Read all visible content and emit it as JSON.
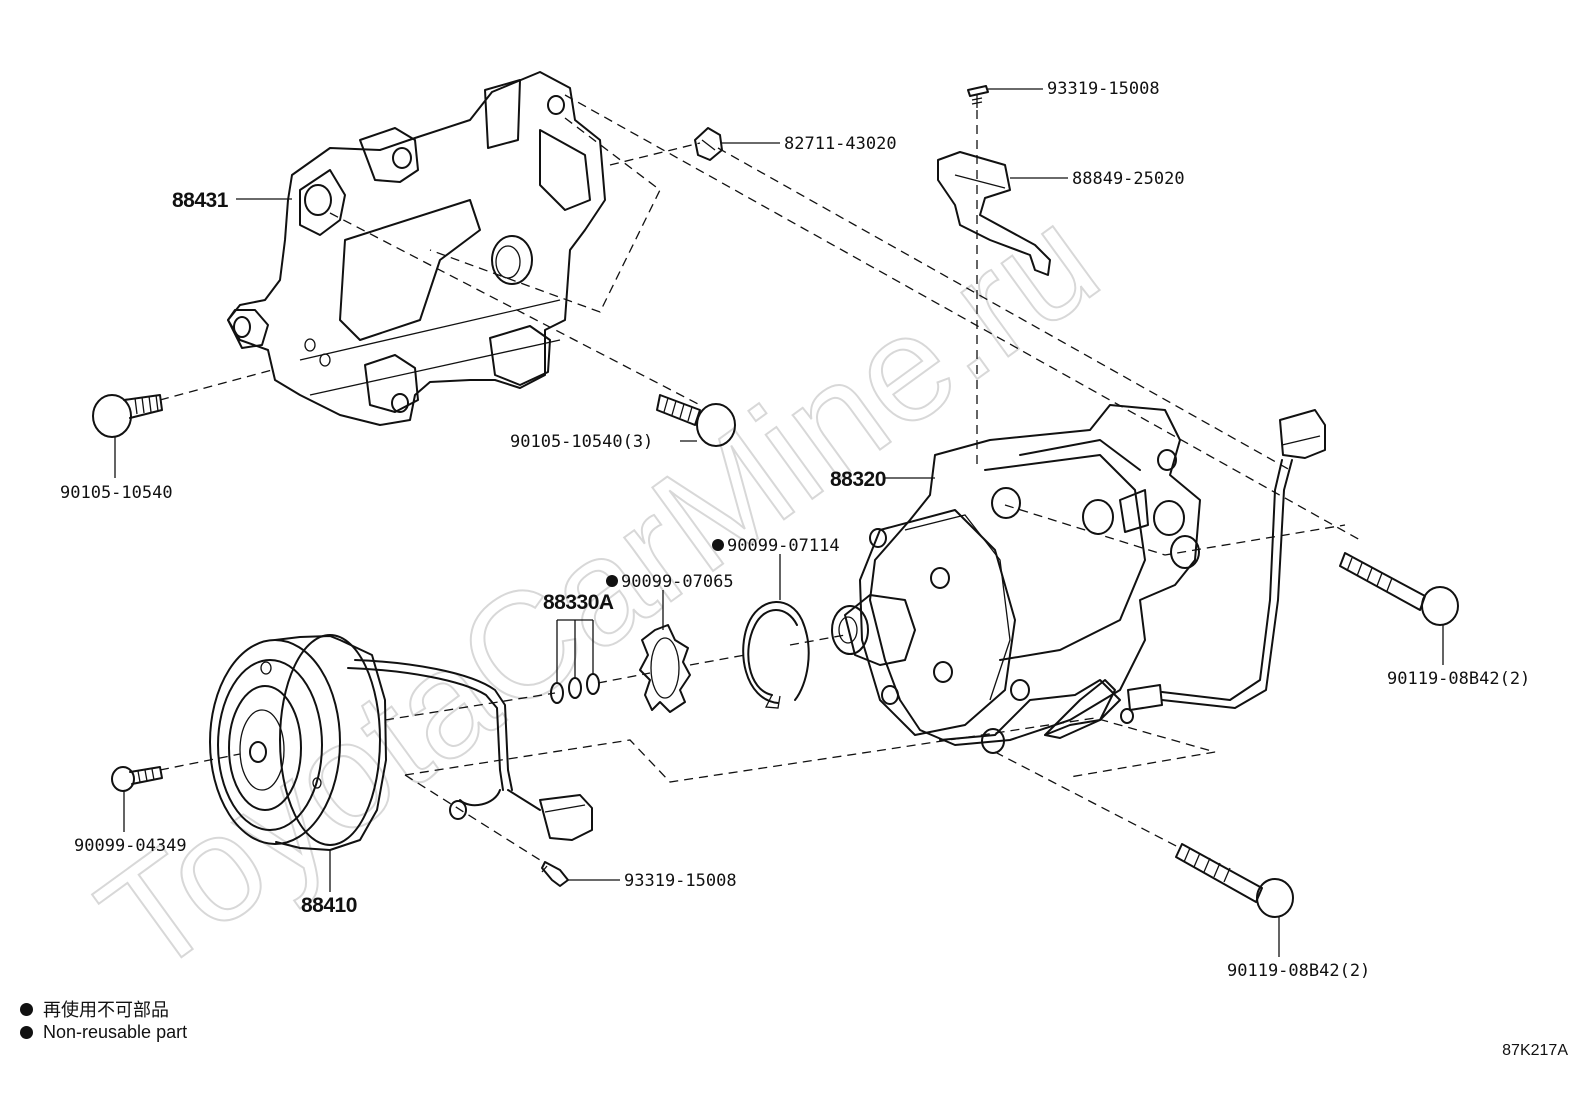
{
  "watermark": "ToyotaCarMine.ru",
  "parts": {
    "bracket": "88431",
    "clip": "82711-43020",
    "screw_top": "93319-15008",
    "cover_bracket": "88849-25020",
    "bolt_left": "90105-10540",
    "bolt_bracket": "90105-10540(3)",
    "compressor": "88320",
    "snap_ring": "90099-07114",
    "gasket": "90099-07065",
    "shims": "88330A",
    "bolt_right_upper": "90119-08B42(2)",
    "bolt_center": "90099-04349",
    "clutch": "88410",
    "screw_bottom": "93319-15008",
    "bolt_right_lower": "90119-08B42(2)"
  },
  "legend": {
    "jp": "再使用不可部品",
    "en": "Non-reusable part"
  },
  "diagram_code": "87K217A"
}
